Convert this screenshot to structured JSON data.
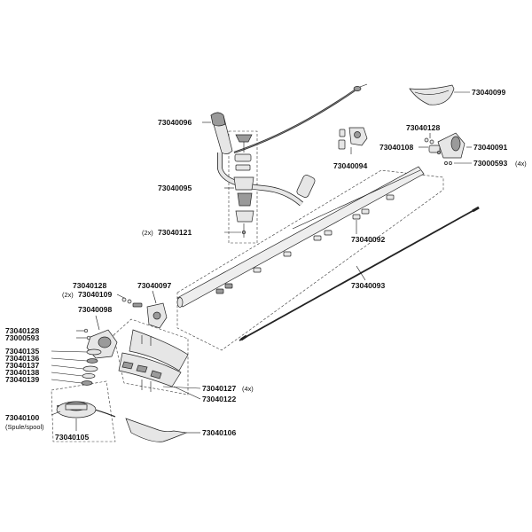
{
  "parts": {
    "p099": "73040099",
    "p096": "73040096",
    "p128a": "73040128",
    "p108": "73040108",
    "p091": "73040091",
    "p593a": "73000593",
    "p593a_qty": "(4x)",
    "p094": "73040094",
    "p095": "73040095",
    "p121": "73040121",
    "p121_qty": "(2x)",
    "p092": "73040092",
    "p093": "73040093",
    "p128b": "73040128",
    "p109": "73040109",
    "p109_qty": "(2x)",
    "p097": "73040097",
    "p098": "73040098",
    "p128c": "73040128",
    "p593b": "73000593",
    "p135": "73040135",
    "p136": "73040136",
    "p137": "73040137",
    "p138": "73040138",
    "p139": "73040139",
    "p127": "73040127",
    "p127_qty": "(4x)",
    "p122": "73040122",
    "p100": "73040100",
    "p100_note": "(Spule/spool)",
    "p105": "73040105",
    "p106": "73040106"
  }
}
